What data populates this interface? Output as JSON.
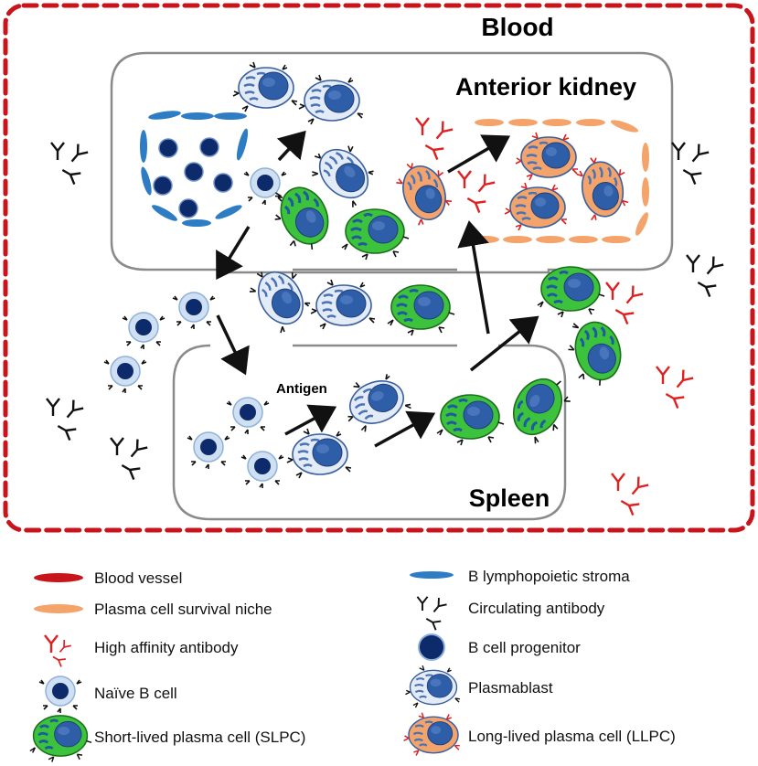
{
  "regions": {
    "blood": "Blood",
    "kidney": "Anterior kidney",
    "spleen": "Spleen",
    "antigen": "Antigen"
  },
  "legend": [
    {
      "key": "blood_vessel",
      "label": "Blood vessel"
    },
    {
      "key": "survival_niche",
      "label": "Plasma cell survival niche"
    },
    {
      "key": "high_affinity_antibody",
      "label": "High affinity antibody"
    },
    {
      "key": "naive_b_cell",
      "label": "Naïve B cell"
    },
    {
      "key": "slpc",
      "label": "Short-lived plasma cell (SLPC)"
    },
    {
      "key": "stroma",
      "label": "B lymphopoietic stroma"
    },
    {
      "key": "circulating_antibody",
      "label": "Circulating antibody"
    },
    {
      "key": "b_cell_progenitor",
      "label": "B cell progenitor"
    },
    {
      "key": "plasmablast",
      "label": "Plasmablast"
    },
    {
      "key": "llpc",
      "label": "Long-lived plasma cell (LLPC)"
    }
  ],
  "colors": {
    "vessel": "#c8141a",
    "stroma": "#2e7cc4",
    "niche": "#f4a46a",
    "high_antibody": "#e02020",
    "circ_antibody": "#111111",
    "progenitor": "#0d2a6b",
    "naive_ring": "#b9d3ef",
    "plasmablast_body": "#dfe8f6",
    "slpc_body": "#3cc23c",
    "llpc_body": "#f2a46c",
    "nucleus": "#2f5ea8",
    "box": "#8a8a8a"
  }
}
